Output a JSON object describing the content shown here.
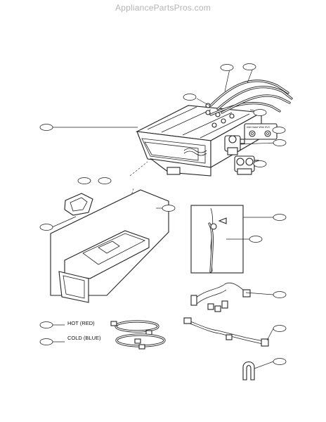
{
  "header": {
    "watermark": "AppliancePartsPros.com"
  },
  "labels": {
    "hot_hose": "HOT (RED)",
    "cold_hose": "COLD (BLUE)",
    "valve_plate": "Inlet Valve Wire SVC"
  }
}
